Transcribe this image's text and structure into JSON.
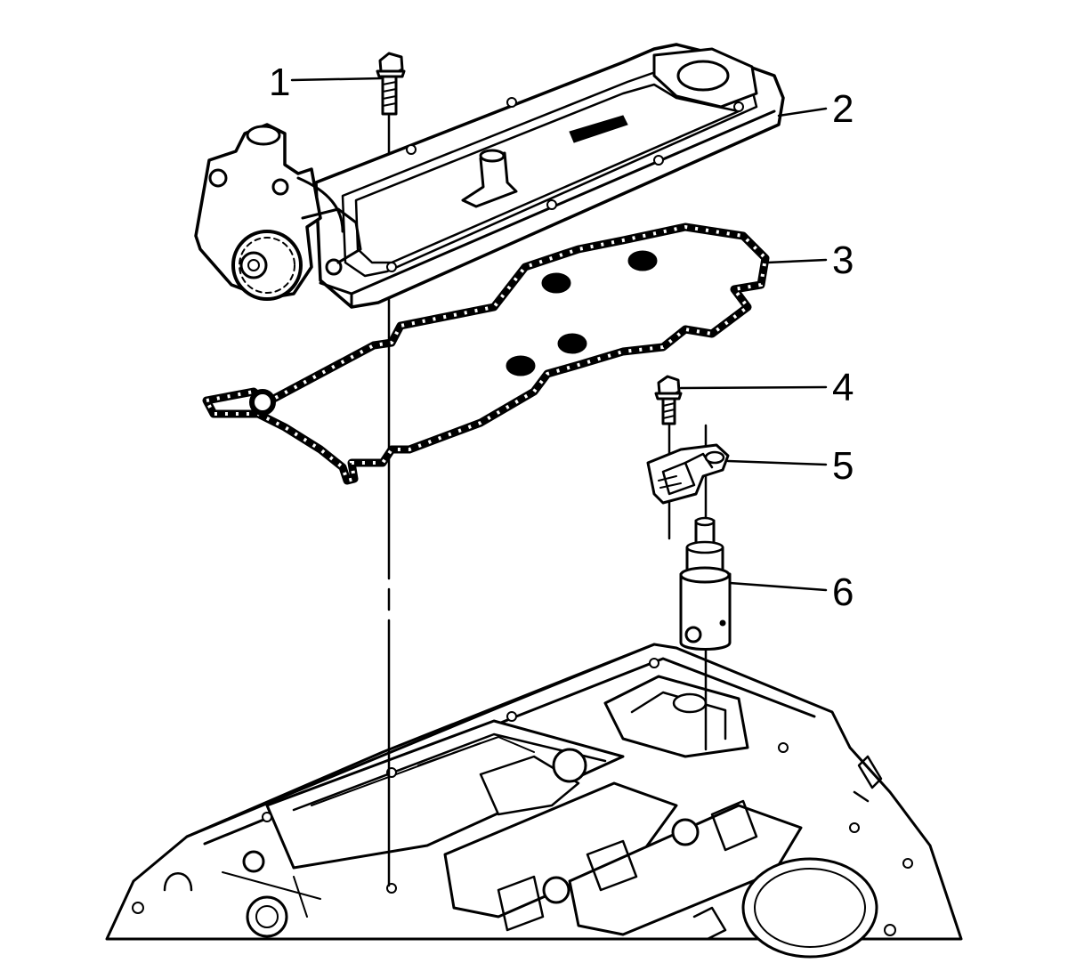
{
  "callouts": [
    {
      "label": "1"
    },
    {
      "label": "2"
    },
    {
      "label": "3"
    },
    {
      "label": "4"
    },
    {
      "label": "5"
    },
    {
      "label": "6"
    }
  ],
  "colors": {
    "ink": "#000000",
    "paper": "#ffffff"
  },
  "icons": [
    "bolt",
    "oil-pump-cover",
    "gasket",
    "bolt",
    "bracket",
    "tensioner"
  ]
}
